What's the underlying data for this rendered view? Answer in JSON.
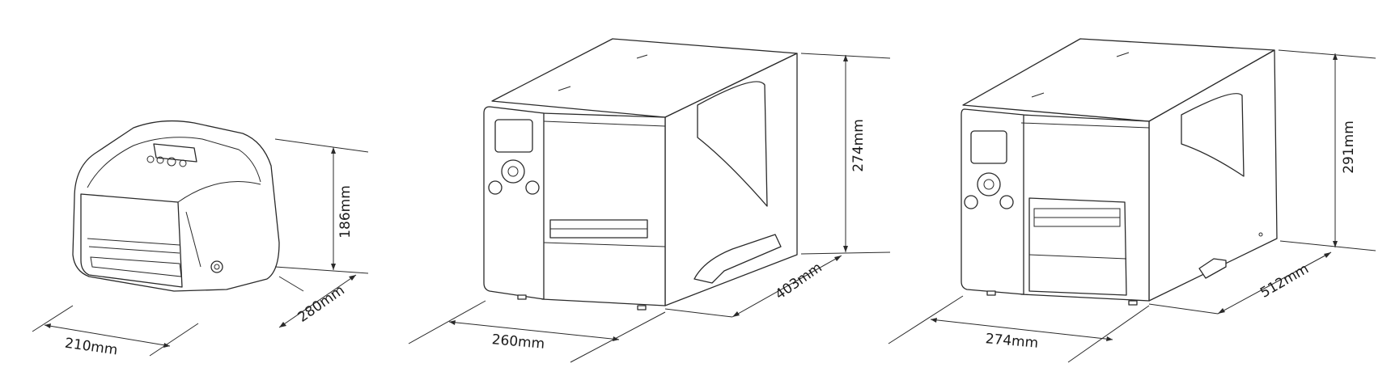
{
  "figure": "printer-dimensions",
  "printers": [
    {
      "id": "desktop-printer",
      "dimensions": {
        "width": "210mm",
        "depth": "280mm",
        "height": "186mm"
      }
    },
    {
      "id": "industrial-printer-medium",
      "dimensions": {
        "width": "260mm",
        "depth": "403mm",
        "height": "274mm"
      }
    },
    {
      "id": "industrial-printer-large",
      "dimensions": {
        "width": "274mm",
        "depth": "512mm",
        "height": "291mm"
      }
    }
  ]
}
